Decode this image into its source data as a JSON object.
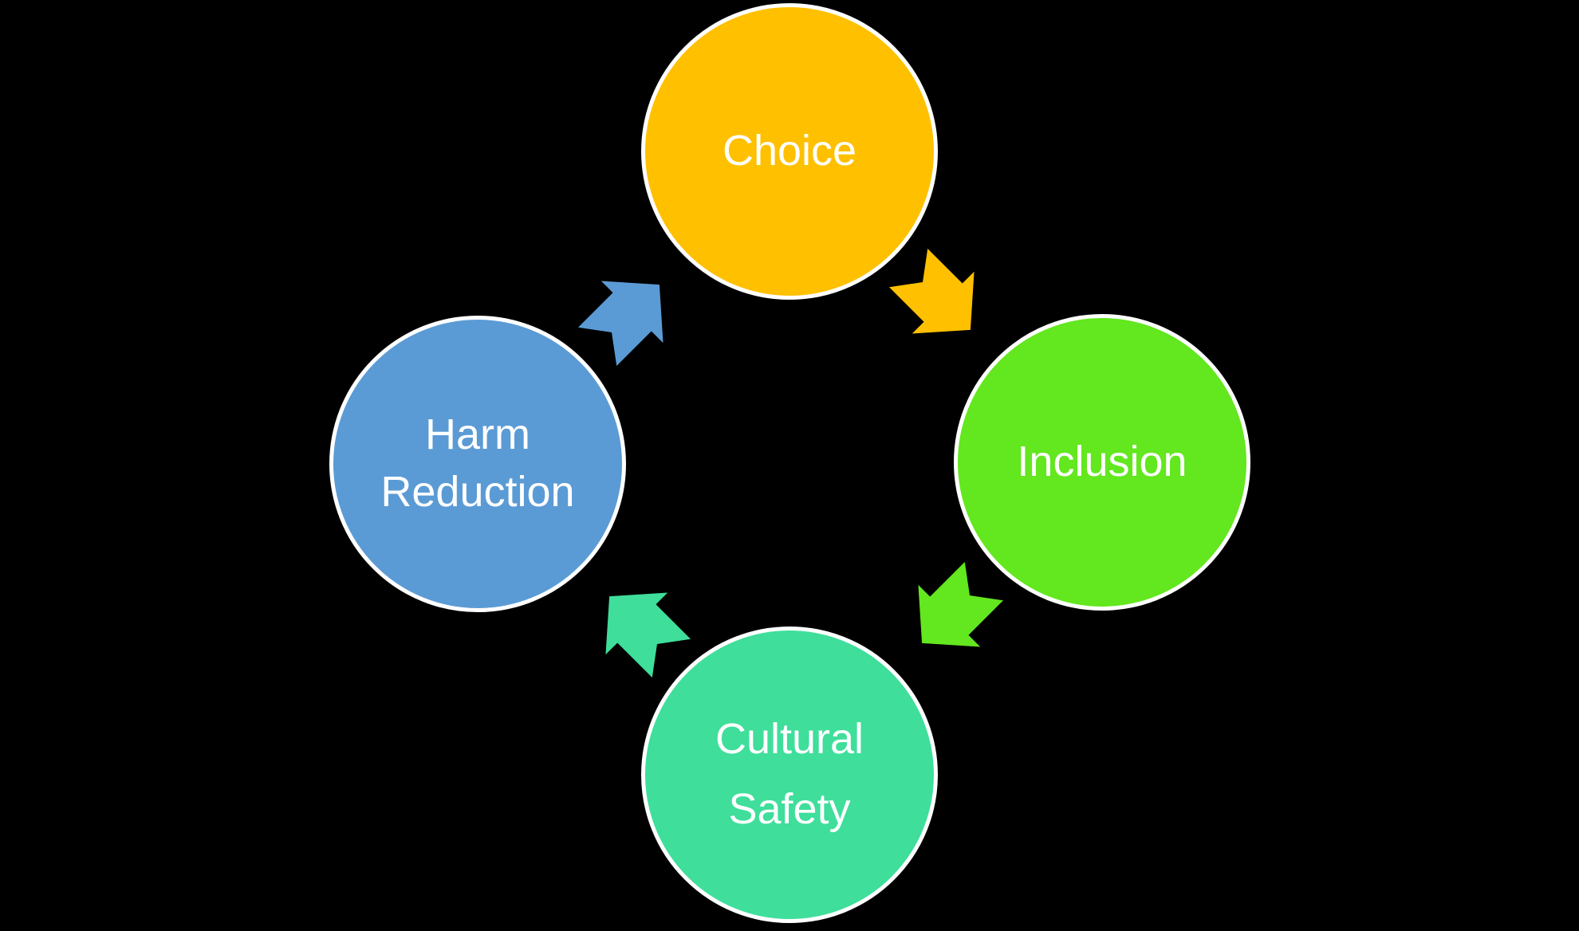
{
  "diagram": {
    "type": "cycle",
    "background_color": "#000000",
    "text_color": "#FFFFFF",
    "outline_color": "#FFFFFF",
    "nodes": [
      {
        "id": "choice",
        "position": "top",
        "label": "Choice",
        "lines": [
          "Choice"
        ],
        "color": "#FFC000"
      },
      {
        "id": "inclusion",
        "position": "right",
        "label": "Inclusion",
        "lines": [
          "Inclusion"
        ],
        "color": "#63E71F"
      },
      {
        "id": "cultural-safety",
        "position": "bottom",
        "label": "Cultural Safety",
        "lines": [
          "Cultural",
          "Safety"
        ],
        "color": "#3FDE9B"
      },
      {
        "id": "harm-reduction",
        "position": "left",
        "label": "Harm Reduction",
        "lines": [
          "Harm",
          "Reduction"
        ],
        "color": "#5B9BD5"
      }
    ],
    "arrows": [
      {
        "id": "choice-to-inclusion",
        "from": "Choice",
        "to": "Inclusion",
        "direction": "down-right",
        "color": "#FFC000"
      },
      {
        "id": "inclusion-to-cultural-safety",
        "from": "Inclusion",
        "to": "Cultural Safety",
        "direction": "down-left",
        "color": "#63E71F"
      },
      {
        "id": "cultural-safety-to-harm",
        "from": "Cultural Safety",
        "to": "Harm Reduction",
        "direction": "up-left",
        "color": "#3FDE9B"
      },
      {
        "id": "harm-to-choice",
        "from": "Harm Reduction",
        "to": "Choice",
        "direction": "up-right",
        "color": "#5B9BD5"
      }
    ]
  }
}
